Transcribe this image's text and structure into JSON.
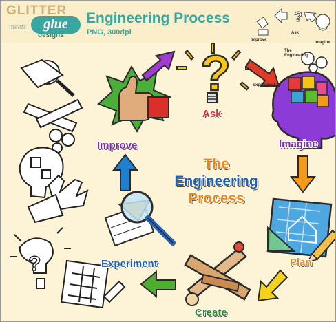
{
  "header": {
    "brand_line1": "GLITTER",
    "brand_line2": "meets",
    "brand_line3": "glue",
    "brand_line4": "designs",
    "title": "Engineering Process",
    "subtitle": "PNG, 300dpi"
  },
  "center_title": {
    "line1": "The",
    "line2": "Engineering",
    "line3": "Process"
  },
  "stages": {
    "ask": "Ask",
    "imagine": "Imagine",
    "plan": "Plan",
    "create": "Create",
    "experiment": "Experiment",
    "improve": "Improve"
  },
  "mini_diagram": {
    "improve": "Improve",
    "ask": "Ask",
    "imagine": "Imagine",
    "the_engineering": "The Engineering",
    "experiment": "Experiment"
  },
  "colors": {
    "background": "#fdf3d6",
    "brand_teal": "#3aa59c",
    "arrow_purple": "#a23bd0",
    "arrow_red": "#e03a28",
    "arrow_orange": "#f39a1c",
    "arrow_yellow": "#f5d21d",
    "arrow_green": "#4cb02c",
    "arrow_blue": "#1f7fd0",
    "label_red": "#d9302a",
    "label_purple": "#7c2fa3",
    "label_orange": "#e8891d",
    "label_green": "#2f8f2b",
    "label_blue": "#1f63b5"
  }
}
